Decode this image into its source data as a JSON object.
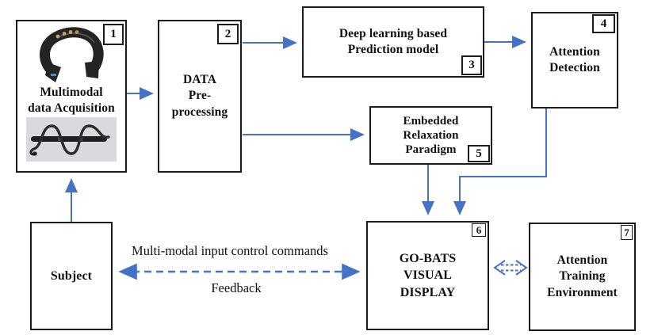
{
  "boxes": {
    "acquisition": {
      "badge": "1",
      "label": "Multimodal\ndata Acquisition"
    },
    "preprocessing": {
      "badge": "2",
      "label": "DATA\nPre-\nprocessing"
    },
    "prediction": {
      "badge": "3",
      "label": "Deep learning based\nPrediction model"
    },
    "detection": {
      "badge": "4",
      "label": "Attention\nDetection"
    },
    "relaxation": {
      "badge": "5",
      "label": "Embedded\nRelaxation\nParadigm"
    },
    "display": {
      "badge": "6",
      "label": "GO-BATS\nVISUAL\nDISPLAY"
    },
    "training": {
      "badge": "7",
      "label": "Attention\nTraining\nEnvironment"
    },
    "subject": {
      "label": "Subject"
    }
  },
  "edge_labels": {
    "commands": "Multi-modal input control commands",
    "feedback": "Feedback"
  },
  "icons": {
    "headset": "eeg-headset-icon",
    "sensor": "sensor-cable-icon"
  },
  "colors": {
    "arrow": "#4472C4",
    "border": "#1c1c1c",
    "headset_body": "#242424",
    "sensor_background": "#d9d9de"
  }
}
